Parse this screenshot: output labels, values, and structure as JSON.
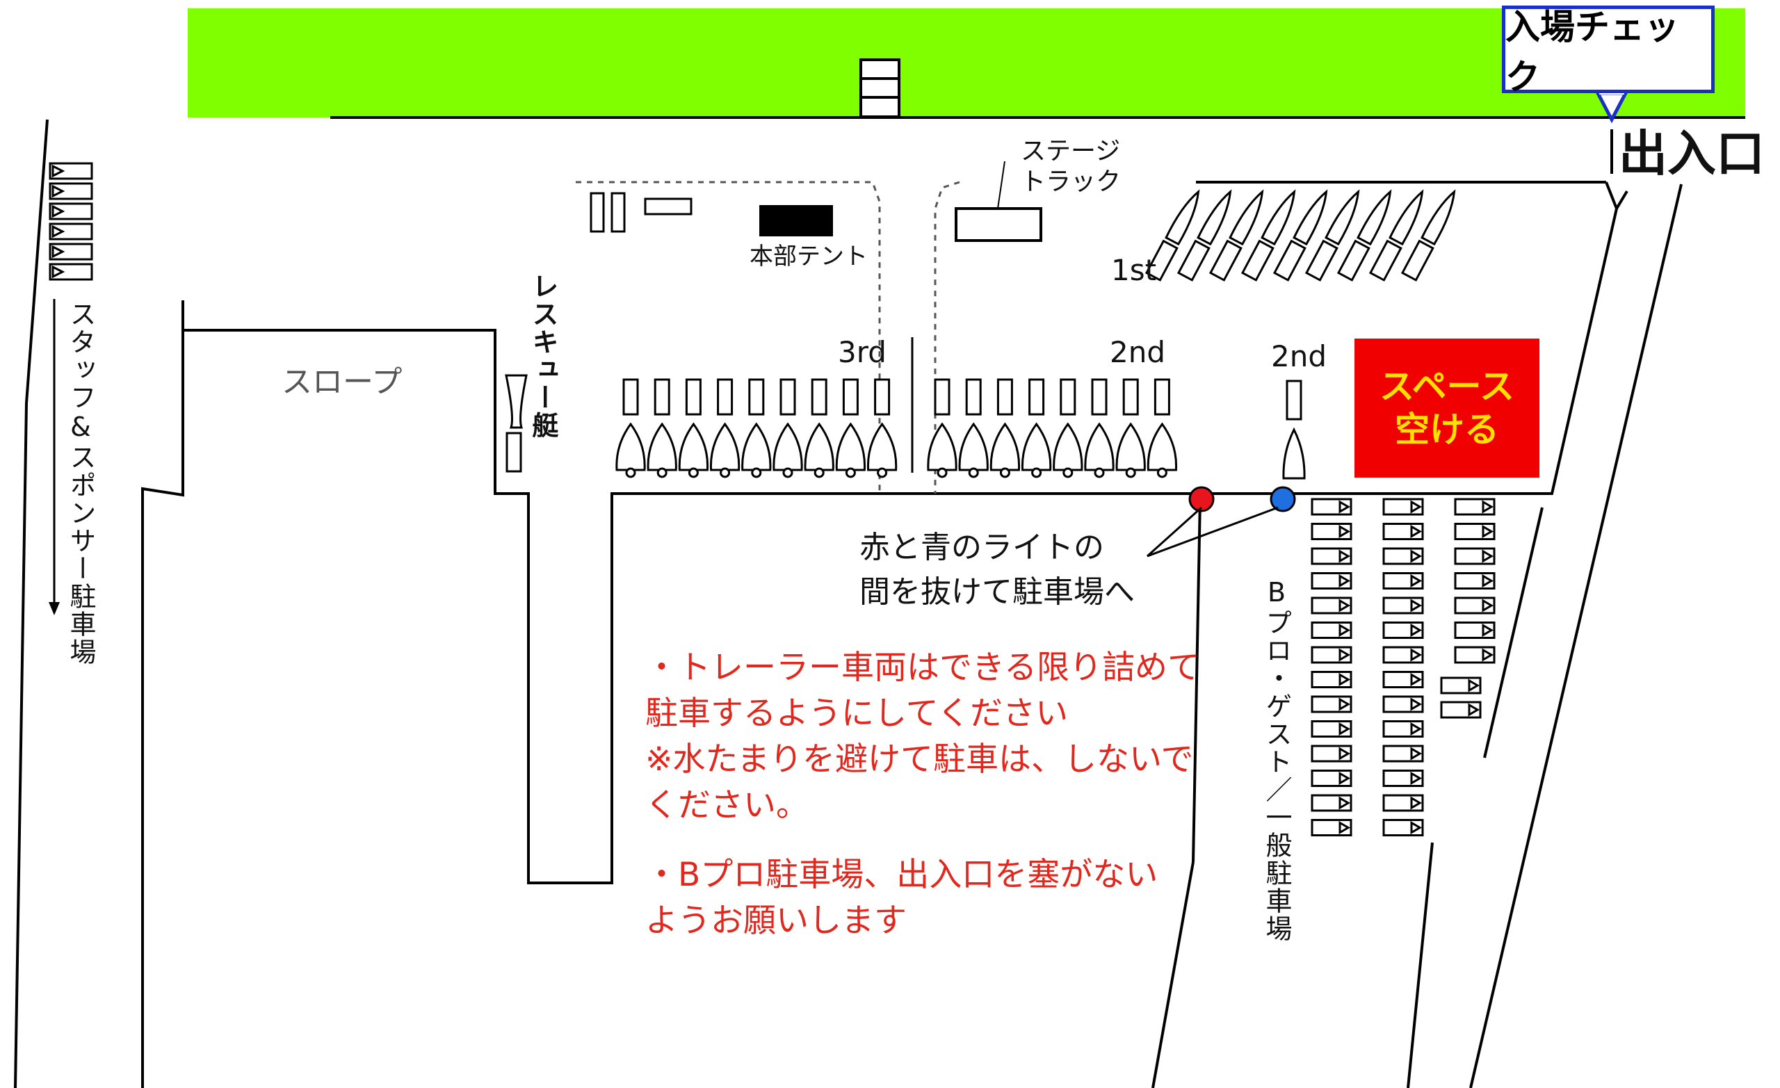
{
  "labels": {
    "entry_check": "入場チェック",
    "entrance_exit": "出入口",
    "stage_truck_line1": "ステージ",
    "stage_truck_line2": "トラック",
    "hq_tent": "本部テント",
    "rescue_boat": "レスキュー艇",
    "slope": "スロープ",
    "first": "1st",
    "second_a": "2nd",
    "second_b": "2nd",
    "third": "3rd",
    "staff_parking": "スタッフ&スポンサー駐車場",
    "bpro_parking": "Bプロ・ゲスト／一般駐車場",
    "lights_line1": "赤と青のライトの",
    "lights_line2": "間を抜けて駐車場へ"
  },
  "space_notice": {
    "line1": "スペース",
    "line2": "空ける"
  },
  "notes": {
    "note1": "・トレーラー車両はできる限り詰めて\n駐車するようにしてください\n※水たまりを避けて駐車は、しないで\nください。",
    "note2": "・Bプロ駐車場、出入口を塞がない\nようお願いします"
  },
  "colors": {
    "grass": "#80ff00",
    "red_light": "#e8141e",
    "blue_light": "#1f6fe0",
    "notice_red": "#f00000",
    "notice_yellow": "#ffe000",
    "note_text": "#e0281e",
    "check_border": "#1a2fc8"
  }
}
